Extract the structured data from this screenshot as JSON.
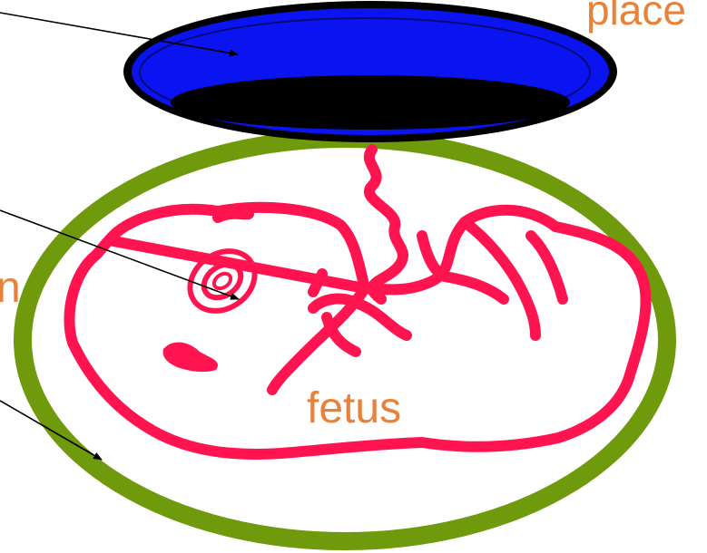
{
  "labels": {
    "placenta": "place",
    "fetus": "fetus",
    "left_partial": "n"
  },
  "colors": {
    "placenta_fill": "#0A14F0",
    "placenta_dark": "#000000",
    "amnion": "#6E9A0C",
    "fetus": "#FF1450",
    "label": "#E8823A",
    "arrow": "#000000"
  }
}
